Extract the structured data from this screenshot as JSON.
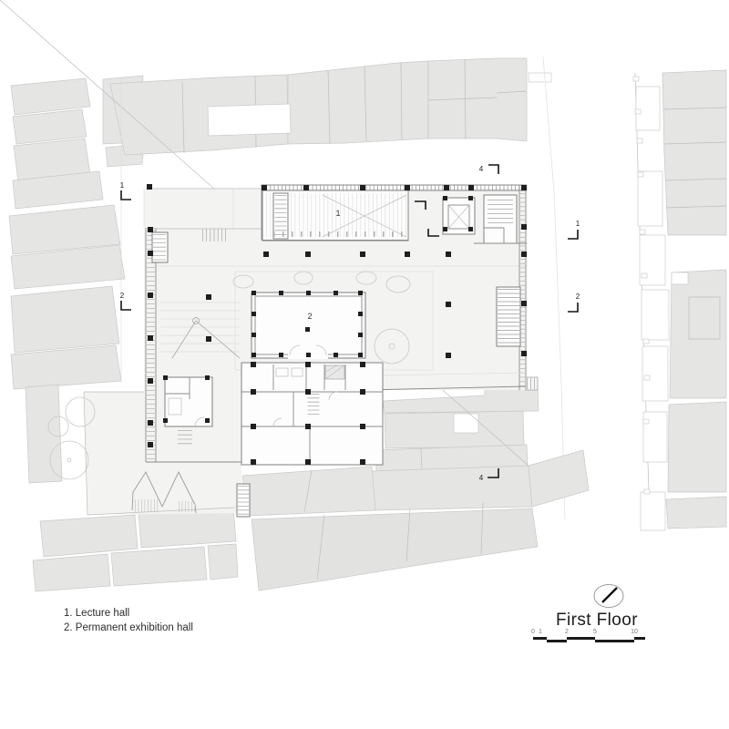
{
  "plan": {
    "room_labels": {
      "lecture_hall": "1",
      "exhibition_hall": "2"
    },
    "section_markers": {
      "left_top": "1",
      "left_bottom": "2",
      "right_top": "1",
      "right_bottom": "2",
      "top": "4",
      "bottom": "4"
    }
  },
  "legend": {
    "items": [
      {
        "text": "1. Lecture hall"
      },
      {
        "text": "2. Permanent exhibition hall"
      }
    ]
  },
  "title_block": {
    "title": "First Floor",
    "north_icon": "north-arrow",
    "scale_labels": [
      "0",
      "1",
      "2",
      "5",
      "10"
    ]
  },
  "colors": {
    "context_fill": "#e5e5e4",
    "courtyard_fill": "#f3f3f1",
    "wall_line": "#8a8a8a",
    "column": "#1f1f1f",
    "text": "#2b2b2b"
  }
}
